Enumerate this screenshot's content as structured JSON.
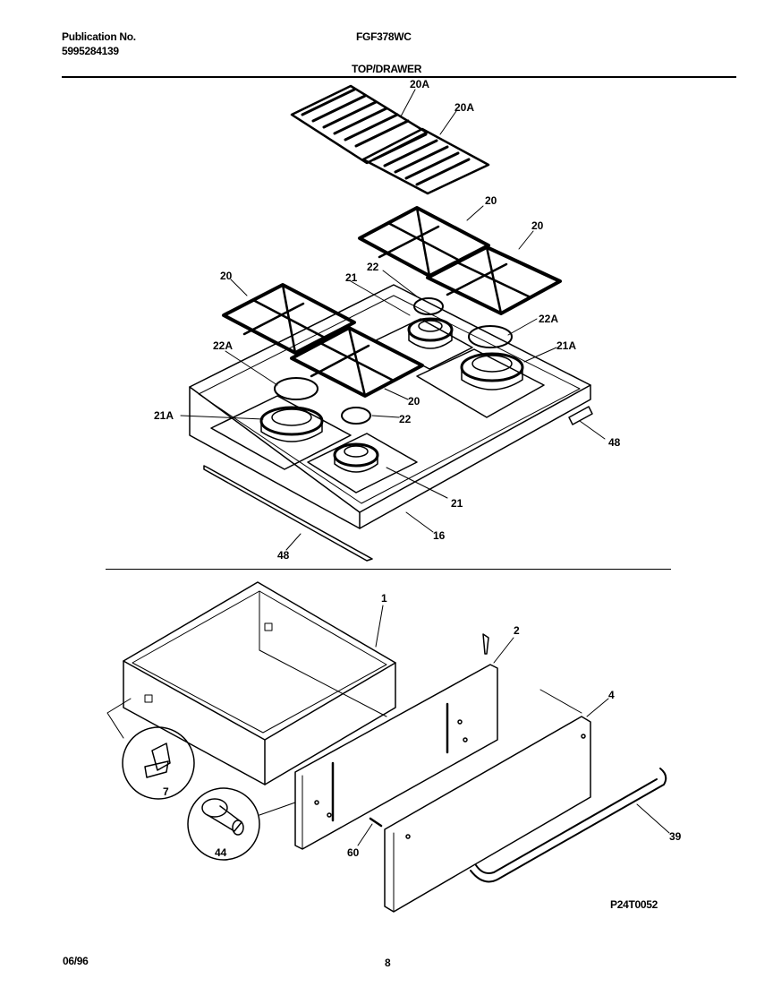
{
  "header": {
    "publication_label": "Publication No.",
    "publication_number": "5995284139",
    "model": "FGF378WC",
    "section_title": "TOP/DRAWER"
  },
  "callouts": {
    "grate_20a_a": "20A",
    "grate_20a_b": "20A",
    "grate_20_rear_left": "20",
    "grate_20_rear_right": "20",
    "grate_20_front_left": "20",
    "grate_20_front_mid": "20",
    "cap_22_rear": "22",
    "head_21_rear": "21",
    "cap_22a_right": "22A",
    "head_21a_right": "21A",
    "cap_22a_left": "22A",
    "head_21a_left": "21A",
    "cap_22_front": "22",
    "head_21_front": "21",
    "trim_48_right": "48",
    "trim_48_left": "48",
    "top_16": "16",
    "drawer_1": "1",
    "panel_2": "2",
    "panel_4": "4",
    "handle_39": "39",
    "bracket_7": "7",
    "roller_44": "44",
    "screw_60": "60"
  },
  "footer": {
    "drawing_code": "P24T0052",
    "date": "06/96",
    "page_number": "8"
  }
}
